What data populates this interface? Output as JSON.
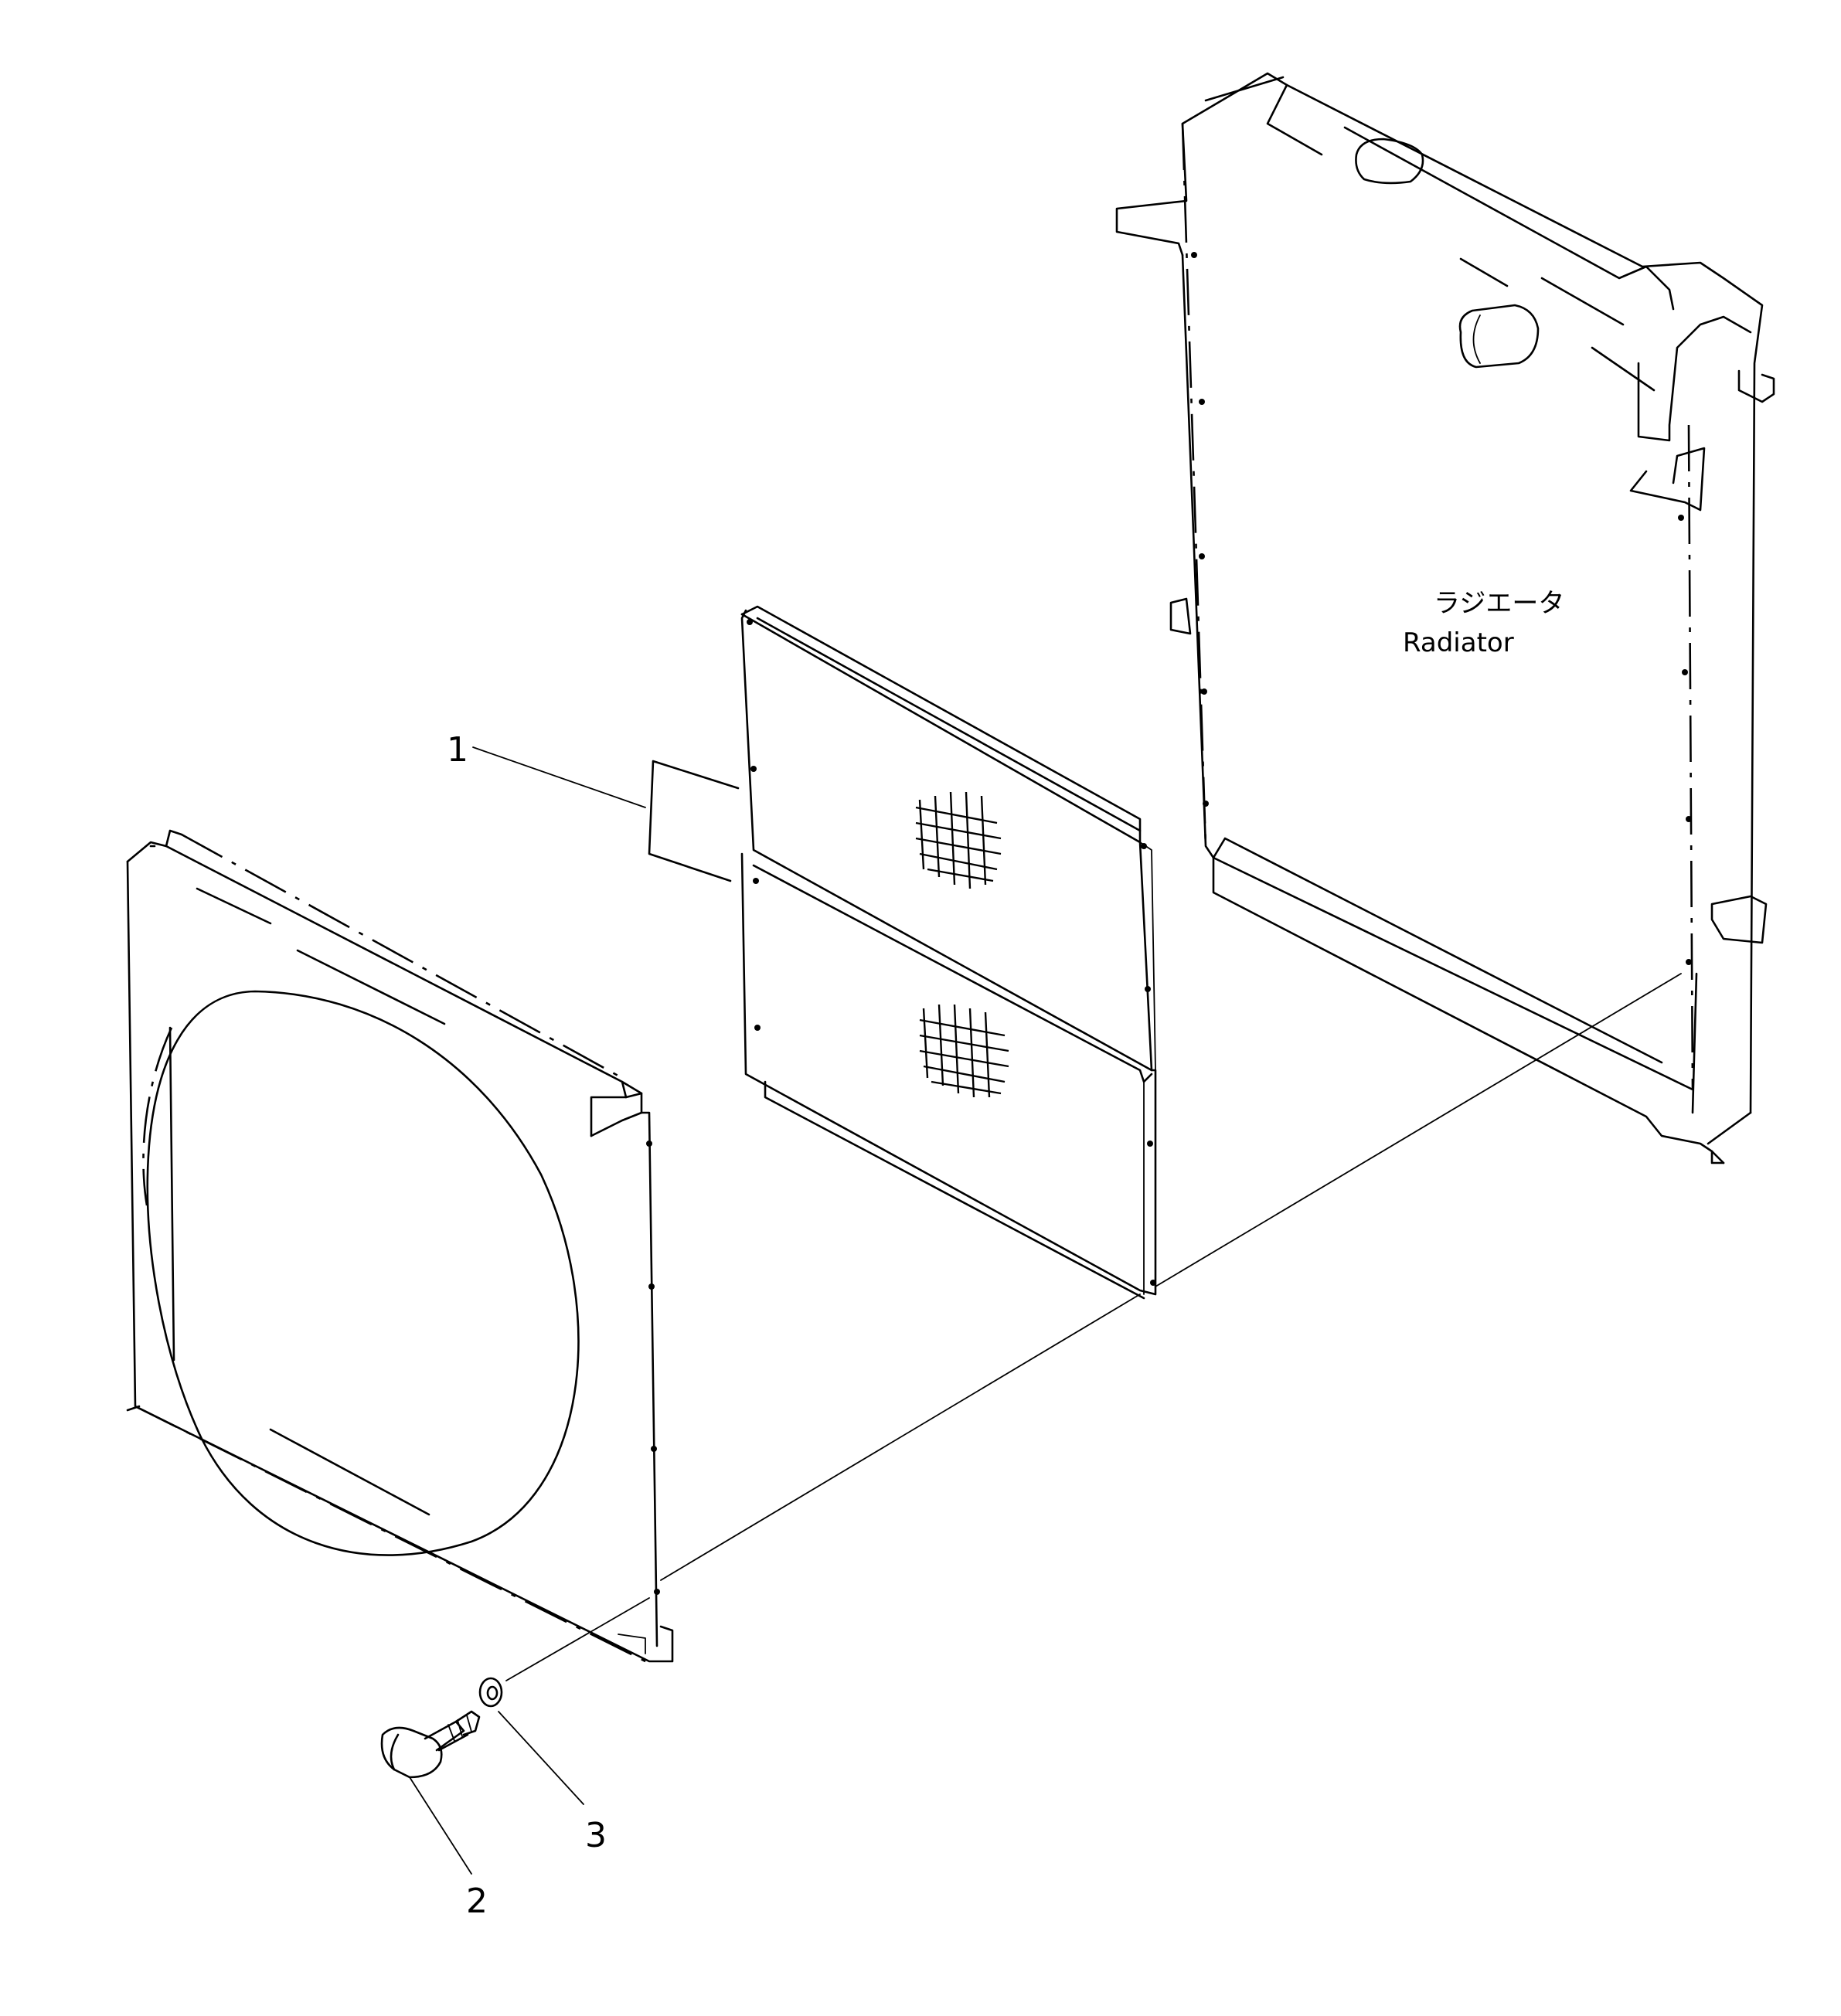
{
  "diagram": {
    "callouts": [
      {
        "id": "1",
        "label": "1"
      },
      {
        "id": "2",
        "label": "2"
      },
      {
        "id": "3",
        "label": "3"
      }
    ],
    "radiator_label": {
      "japanese": "ラジエータ",
      "english": "Radiator"
    }
  }
}
